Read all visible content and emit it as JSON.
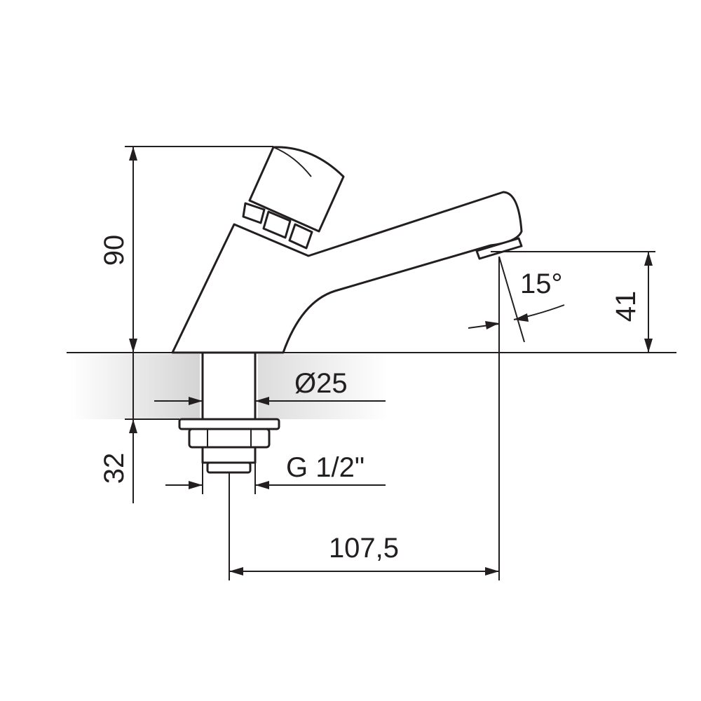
{
  "dimensions": {
    "height_total": "90",
    "spout_height": "41",
    "spout_angle": "15°",
    "body_diameter": "Ø25",
    "mount_length": "32",
    "thread": "G 1/2\"",
    "reach": "107,5"
  },
  "colors": {
    "line": "#231f20",
    "surface_shade": "#d9d9d9",
    "background": "#ffffff"
  }
}
